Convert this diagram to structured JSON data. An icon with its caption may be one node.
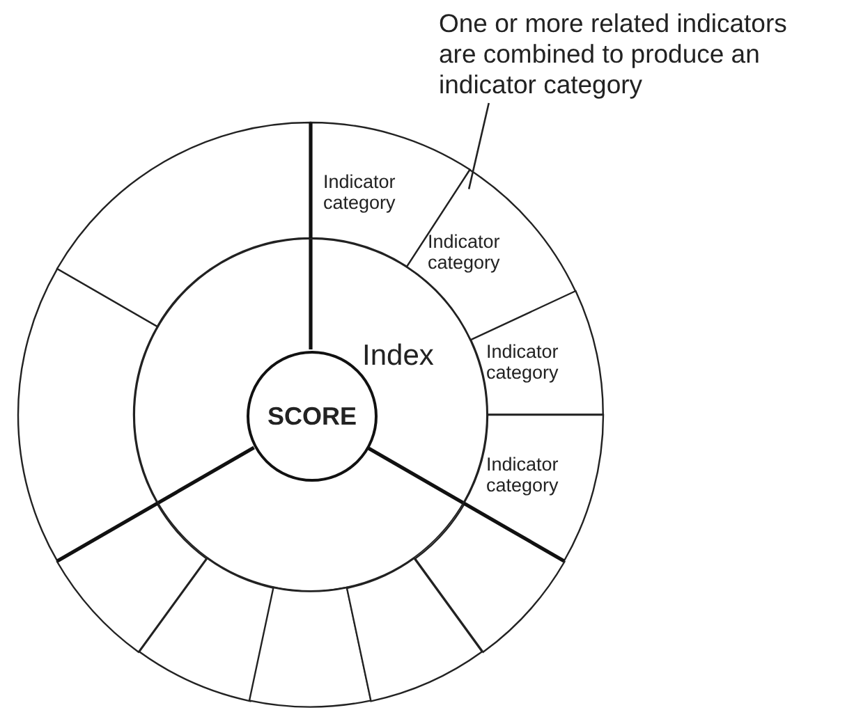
{
  "diagram": {
    "nodes": [
      {
        "text": [
          "Index"
        ]
      },
      {
        "text": [
          "SCORE"
        ],
        "in": 0
      },
      {
        "text": [
          "Indicator category"
        ]
      },
      {
        "text": [
          "Indicator category"
        ]
      },
      {
        "text": [
          "Indicator category"
        ]
      },
      {
        "text": [
          "Indicator category"
        ]
      },
      {
        "text": [
          "One or more related indicators are combined to produce an indicator category"
        ]
      },
      {
        "text": [],
        "shape": "sector"
      },
      {
        "text": [],
        "shape": "sector"
      },
      {
        "text": [],
        "shape": "sector"
      },
      {
        "text": [],
        "shape": "sector"
      },
      {
        "text": [],
        "shape": "sector"
      },
      {
        "text": [],
        "shape": "sector"
      },
      {
        "text": [],
        "shape": "sector"
      }
    ],
    "edges": [
      {
        "from": 6,
        "to": 3,
        "arrow": "none"
      }
    ]
  }
}
